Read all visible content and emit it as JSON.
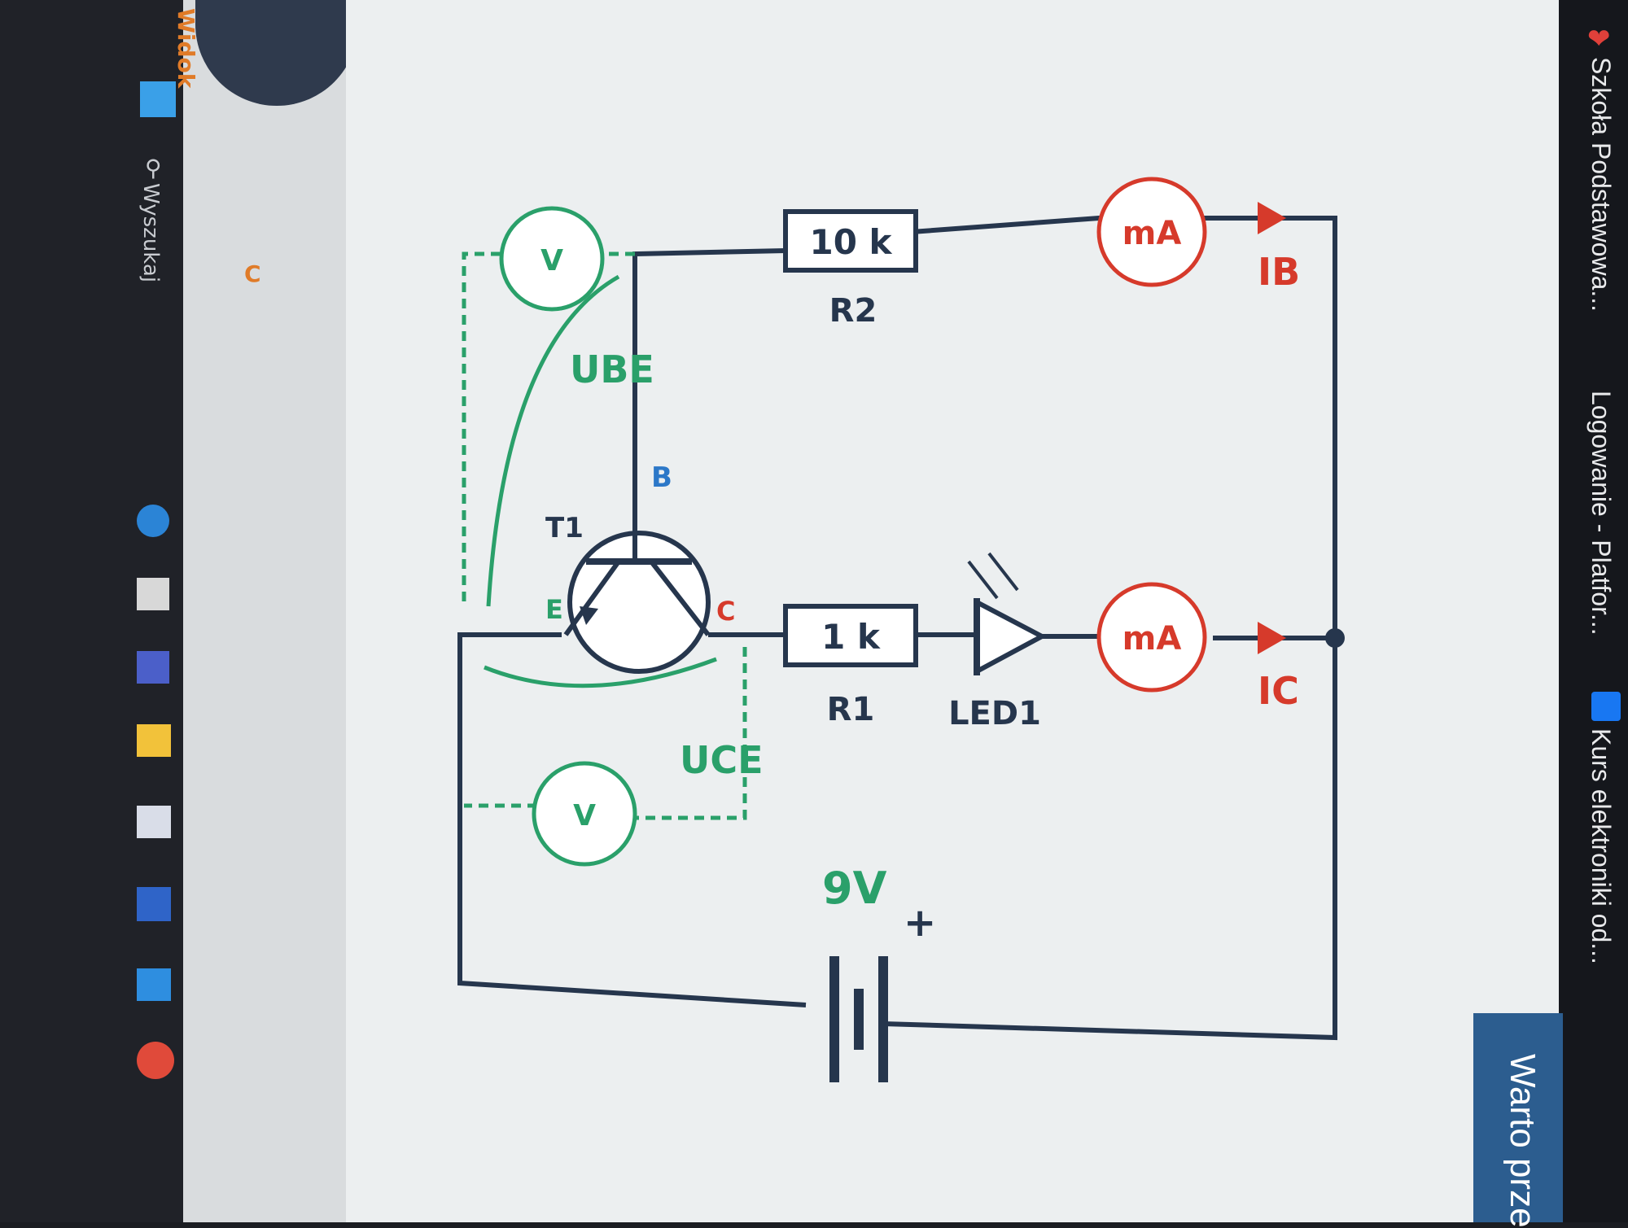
{
  "bookmarks": [
    {
      "label": "Szkoła Podstawowa..."
    },
    {
      "label": "Logowanie - Platfor..."
    },
    {
      "label": "Kurs elektroniki od..."
    }
  ],
  "cta": {
    "label": "Warto prze"
  },
  "side": {
    "label": "Widok",
    "letter": "C"
  },
  "taskbar": {
    "search_label": "Wyszukaj"
  },
  "circuit": {
    "r2_value": "10 k",
    "r2_name": "R2",
    "r1_value": "1 k",
    "r1_name": "R1",
    "led_name": "LED1",
    "ammeter_base": "mA",
    "ammeter_collector": "mA",
    "ib_label": "IB",
    "ic_label": "IC",
    "voltmeter_be": "V",
    "voltmeter_ce": "V",
    "ube_label": "UBE",
    "uce_label": "UCE",
    "transistor_name": "T1",
    "pin_b": "B",
    "pin_c": "C",
    "pin_e": "E",
    "battery_voltage": "9V",
    "battery_plus": "+"
  },
  "colors": {
    "wire": "#26364d",
    "ammeter": "#d63a2b",
    "voltmeter": "#2aa06a",
    "base": "#2c78c8"
  }
}
